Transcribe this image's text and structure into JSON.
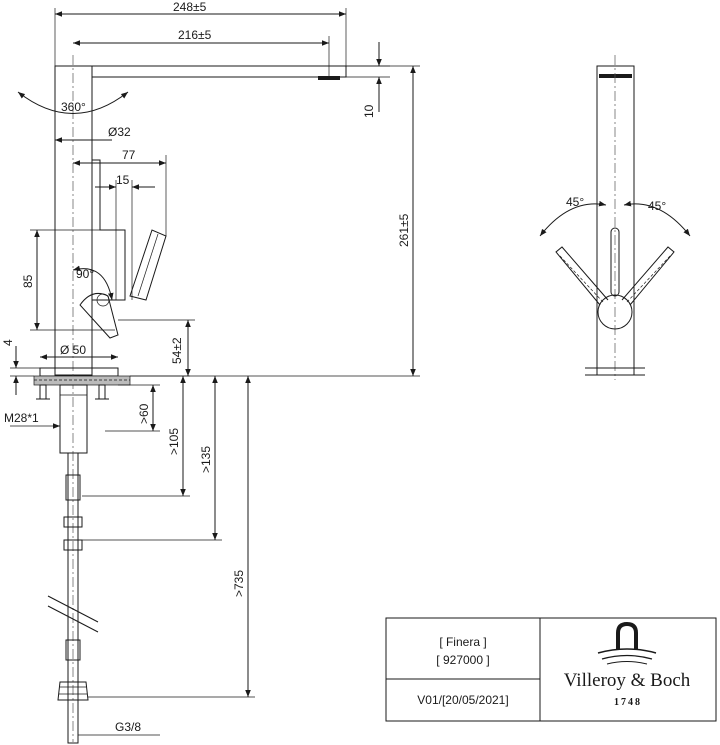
{
  "dimensions": {
    "overall_width": "248±5",
    "spout_reach": "216±5",
    "rotation": "360°",
    "body_diameter": "Ø32",
    "handle_reach": "77",
    "handle_offset": "15",
    "spout_thickness": "10",
    "total_height": "261±5",
    "handle_height": "85",
    "lever_angle": "90°",
    "base_thickness": "4",
    "base_diameter": "Ø 50",
    "base_height": "54±2",
    "thread": "M28*1",
    "min_60": ">60",
    "min_105": ">105",
    "min_135": ">135",
    "min_735": ">735",
    "connection": "G3/8",
    "angle_left": "45°",
    "angle_right": "45°"
  },
  "title_block": {
    "product_name": "[ Finera ]",
    "product_code": "[ 927000 ]",
    "version": "V01/[20/05/2021]",
    "brand": "Villeroy & Boch",
    "founded": "1748",
    "logo_icon": "villeroy-boch-arch-logo"
  }
}
